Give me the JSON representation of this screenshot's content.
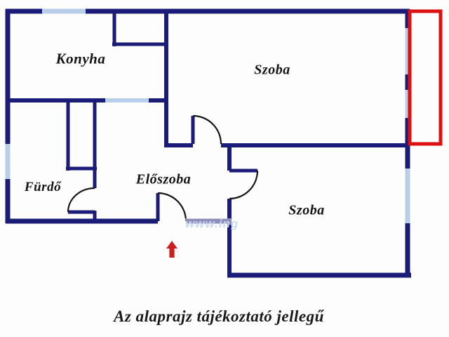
{
  "floor_plan": {
    "rooms": [
      {
        "id": "konyha",
        "label": "Konyha"
      },
      {
        "id": "szoba-top",
        "label": "Szoba"
      },
      {
        "id": "szoba-bottom",
        "label": "Szoba"
      },
      {
        "id": "eloszoba",
        "label": "Előszoba"
      },
      {
        "id": "furdo",
        "label": "Fürdő"
      }
    ],
    "caption": "Az alaprajz tájékoztató jellegű",
    "watermark": "www.ing",
    "entrance_marker": "up-arrow",
    "colors": {
      "wall": "#1b1b78",
      "window": "#b7cfe9",
      "balcony_outline": "#dd1111",
      "door_arc": "#141414",
      "entrance_arrow": "#cc2020",
      "background": "#fdfdfd",
      "text": "#151515"
    }
  }
}
